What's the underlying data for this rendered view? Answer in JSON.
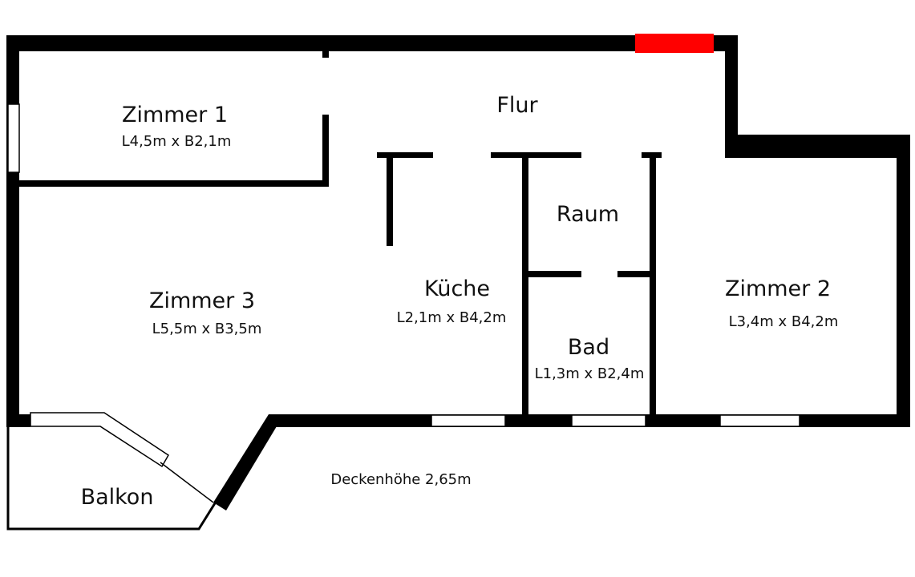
{
  "rooms": {
    "zimmer1": {
      "name": "Zimmer 1",
      "dims": "L4,5m x B2,1m"
    },
    "flur": {
      "name": "Flur"
    },
    "raum": {
      "name": "Raum"
    },
    "zimmer3": {
      "name": "Zimmer 3",
      "dims": "L5,5m x B3,5m"
    },
    "kueche": {
      "name": "Küche",
      "dims": "L2,1m x B4,2m"
    },
    "bad": {
      "name": "Bad",
      "dims": "L1,3m x B2,4m"
    },
    "zimmer2": {
      "name": "Zimmer 2",
      "dims": "L3,4m x B4,2m"
    },
    "balkon": {
      "name": "Balkon"
    }
  },
  "ceiling_height": "Deckenhöhe 2,65m",
  "colors": {
    "wall": "#000000",
    "entrance_marker": "#ff0000"
  }
}
